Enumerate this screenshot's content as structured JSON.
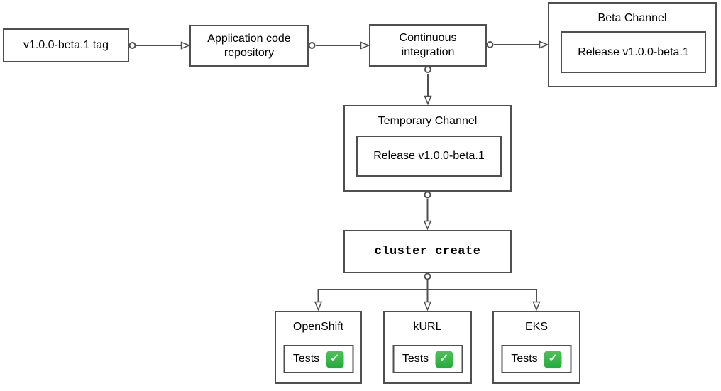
{
  "diagram": {
    "colors": {
      "border": "#4f4f4f",
      "check_green": "#2db84c",
      "background": "#ffffff",
      "text": "#000000"
    },
    "nodes": {
      "tag": {
        "label": "v1.0.0-beta.1 tag"
      },
      "repo": {
        "label": "Application code repository"
      },
      "ci": {
        "label": "Continuous integration"
      },
      "beta_channel": {
        "title": "Beta Channel",
        "release_label": "Release v1.0.0-beta.1"
      },
      "temporary_channel": {
        "title": "Temporary Channel",
        "release_label": "Release v1.0.0-beta.1"
      },
      "cluster_create": {
        "label": "cluster create"
      }
    },
    "clusters": [
      {
        "title": "OpenShift",
        "tests_label": "Tests",
        "status_icon": "check-mark-button",
        "status_glyph": "✓"
      },
      {
        "title": "kURL",
        "tests_label": "Tests",
        "status_icon": "check-mark-button",
        "status_glyph": "✓"
      },
      {
        "title": "EKS",
        "tests_label": "Tests",
        "status_icon": "check-mark-button",
        "status_glyph": "✓"
      }
    ],
    "edges": [
      {
        "from": "tag",
        "to": "repo"
      },
      {
        "from": "repo",
        "to": "ci"
      },
      {
        "from": "ci",
        "to": "beta_channel"
      },
      {
        "from": "ci",
        "to": "temporary_channel"
      },
      {
        "from": "temporary_channel",
        "to": "cluster_create"
      },
      {
        "from": "cluster_create",
        "to": "openshift"
      },
      {
        "from": "cluster_create",
        "to": "kurl"
      },
      {
        "from": "cluster_create",
        "to": "eks"
      }
    ]
  }
}
